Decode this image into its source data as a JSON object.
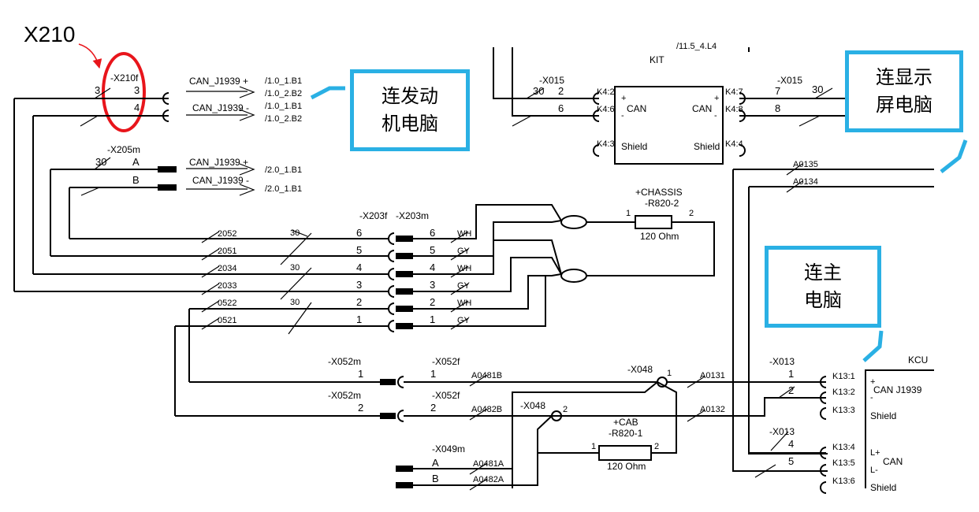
{
  "annotations": {
    "x210_label": "X210",
    "engine": [
      "连发动",
      "机电脑"
    ],
    "display": [
      "连显示",
      "屏电脑"
    ],
    "main": [
      "连主",
      "电脑"
    ]
  },
  "connectors": {
    "x210f": "-X210f",
    "x205m": "-X205m",
    "x203f": "-X203f",
    "x203m": "-X203m",
    "x015_left": "-X015",
    "x015_right": "-X015",
    "x052m_1": "-X052m",
    "x052f_1": "-X052f",
    "x052m_2": "-X052m",
    "x052f_2": "-X052f",
    "x048_1": "-X048",
    "x048_2": "-X048",
    "x049m": "-X049m",
    "x013_1": "-X013",
    "x013_2": "-X013"
  },
  "signals": {
    "can_h": "CAN_J1939 +",
    "can_l": "CAN_J1939 -",
    "ref_11b1": "/1.0_1.B1",
    "ref_11b2": "/1.0_2.B2",
    "ref_21b1a": "/2.0_1.B1",
    "ref_21b1b": "/2.0_1.B1",
    "top_ref": "/11.5_4.L4"
  },
  "wires": [
    "2052",
    "2051",
    "2034",
    "2033",
    "0522",
    "0521",
    "A0135",
    "A0134",
    "A0481B",
    "A0482B",
    "A0131",
    "A0132",
    "A0481A",
    "A0482A"
  ],
  "colors_lbl": [
    "WH",
    "GY",
    "WH",
    "GY",
    "WH",
    "GY"
  ],
  "pins": [
    "1",
    "2",
    "3",
    "4",
    "5",
    "6",
    "7",
    "8",
    "A",
    "B",
    "30"
  ],
  "modules": {
    "kit": "KIT",
    "kcu": "KCU",
    "kit_pins": [
      "K4:2",
      "K4:6",
      "K4:3",
      "K4:7",
      "K4:8",
      "K4:4"
    ],
    "kcu_pins": [
      "K13:1",
      "K13:2",
      "K13:3",
      "K13:4",
      "K13:5",
      "K13:6"
    ],
    "can": "CAN",
    "shield": "Shield",
    "can_j1939": "CAN J1939",
    "lplus": "L+",
    "lminus": "L-",
    "plus": "+",
    "minus": "-"
  },
  "resistors": {
    "chassis_loc": "+CHASSIS",
    "chassis_id": "-R820-2",
    "chassis_val": "120 Ohm",
    "cab_loc": "+CAB",
    "cab_id": "-R820-1",
    "cab_val": "120 Ohm"
  },
  "colors": {
    "callout_border": "#2AB0E4",
    "highlight": "#E8151B"
  }
}
